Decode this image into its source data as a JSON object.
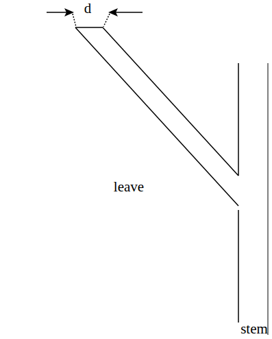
{
  "diagram": {
    "labels": [
      "d",
      "leave",
      "stem"
    ]
  }
}
